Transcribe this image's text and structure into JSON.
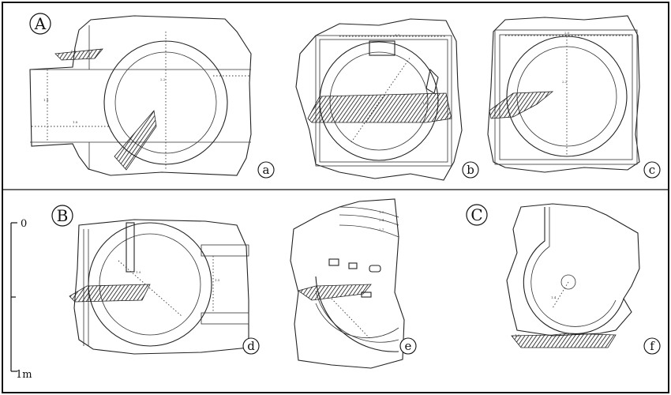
{
  "groups": {
    "A": "A",
    "B": "B",
    "C": "C"
  },
  "panels": {
    "a": "a",
    "b": "b",
    "c": "c",
    "d": "d",
    "e": "e",
    "f": "f"
  },
  "scale": {
    "top": "0",
    "bottom": "1m"
  },
  "colors": {
    "ink": "#222222",
    "paper": "#ffffff"
  }
}
